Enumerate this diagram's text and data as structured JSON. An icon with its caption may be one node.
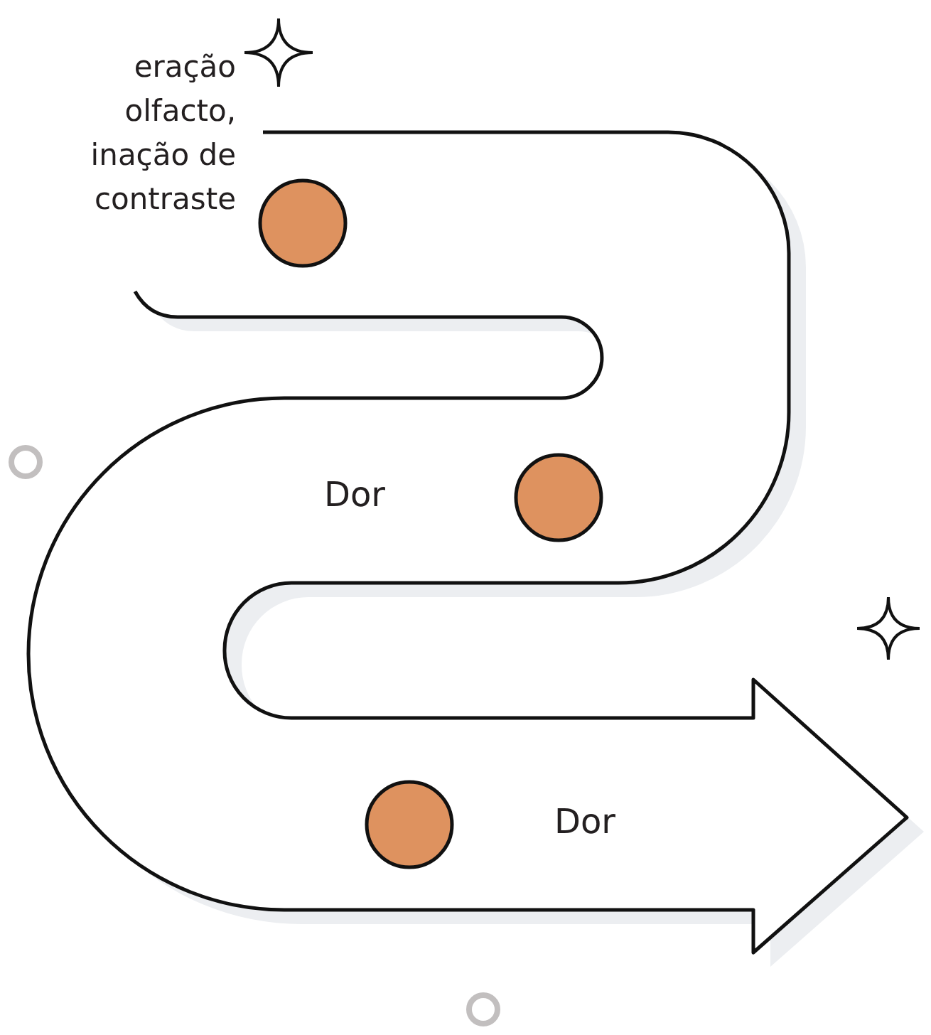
{
  "diagram": {
    "labels": [
      "eração olfacto, inação de contraste",
      "Dor",
      "Dor"
    ]
  }
}
